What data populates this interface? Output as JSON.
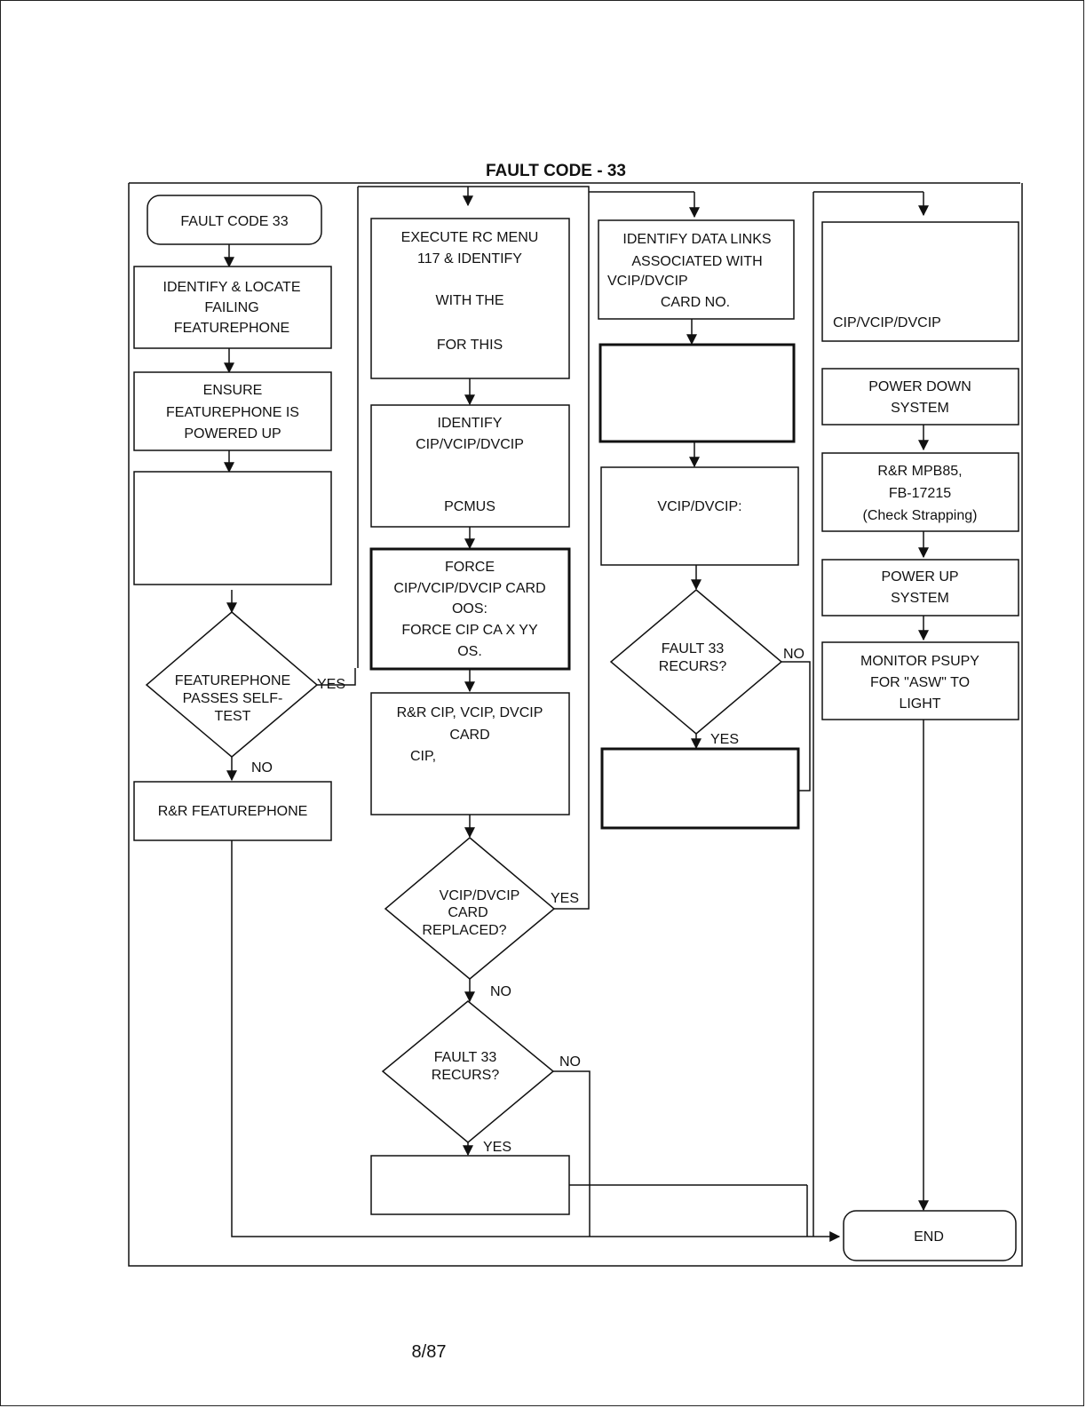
{
  "title": "FAULT CODE - 33",
  "footer": {
    "page_number": "8/87"
  },
  "column1": {
    "start": "FAULT CODE 33",
    "identify_locate": [
      "IDENTIFY & LOCATE",
      "FAILING",
      "FEATUREPHONE"
    ],
    "ensure": [
      "ENSURE",
      "FEATUREPHONE IS",
      "POWERED UP"
    ],
    "decision": [
      "FEATUREPHONE",
      "PASSES SELF-",
      "TEST"
    ],
    "yes_label": "YES",
    "no_label": "NO",
    "replace": "R&R FEATUREPHONE"
  },
  "column2": {
    "execute": [
      "EXECUTE RC MENU",
      "117 & IDENTIFY",
      "WITH THE",
      "FOR THIS"
    ],
    "identify_card": [
      "IDENTIFY",
      "CIP/VCIP/DVCIP",
      "PCMUS"
    ],
    "force": [
      "FORCE",
      "CIP/VCIP/DVCIP CARD",
      "OOS:",
      "FORCE CIP CA X YY",
      "OS."
    ],
    "replace_card": [
      "R&R CIP, VCIP, DVCIP",
      "CARD",
      "CIP,"
    ],
    "decision_replaced": [
      "VCIP/DVCIP",
      "CARD",
      "REPLACED?"
    ],
    "replaced_yes": "YES",
    "replaced_no": "NO",
    "decision_recurs": [
      "FAULT 33",
      "RECURS?"
    ],
    "recurs_no": "NO",
    "recurs_yes": "YES"
  },
  "column3": {
    "identify_links": [
      "IDENTIFY DATA LINKS",
      "ASSOCIATED WITH",
      "VCIP/DVCIP",
      "CARD NO."
    ],
    "vcip_box": "VCIP/DVCIP:",
    "decision_recurs": [
      "FAULT 33",
      "RECURS?"
    ],
    "recurs_no": "NO",
    "recurs_yes": "YES"
  },
  "column4": {
    "cip_box": "CIP/VCIP/DVCIP",
    "power_down": [
      "POWER DOWN",
      "SYSTEM"
    ],
    "replace_mpb": [
      "R&R MPB85,",
      "FB-17215",
      "(Check Strapping)"
    ],
    "power_up": [
      "POWER UP",
      "SYSTEM"
    ],
    "monitor": [
      "MONITOR PSUPY",
      "FOR \"ASW\" TO",
      "LIGHT"
    ],
    "end": "END"
  }
}
